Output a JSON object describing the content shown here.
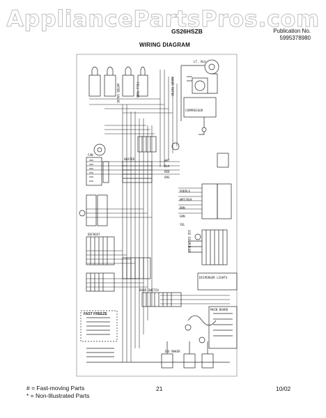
{
  "watermark": "AppliancePartsPros.com",
  "header": {
    "model": "GS26HSZB",
    "publication_label": "Publication No.",
    "publication_number": "5995378980",
    "title": "WIRING DIAGRAM"
  },
  "footer": {
    "legend_fast": "# = Fast-moving Parts",
    "legend_non": "* = Non-Illustrated Parts",
    "page": "21",
    "date": "10/02"
  },
  "diagram_labels": {
    "fast_freeze": "FAST FREEZE",
    "dispenser_lights": "DISPENSER LIGHTS",
    "compressor": "COMPRESSOR",
    "defrost": "DEFROST",
    "fan": "FAN",
    "heater": "HEATER",
    "ice_dispenser": "ICE DISPENSER",
    "lt_blu": "LT. BLU",
    "wht": "WHT",
    "blk": "BLK",
    "red": "RED",
    "org": "ORG",
    "purple": "PURPLE",
    "brn": "BRN",
    "grn": "GRN",
    "yel": "YEL",
    "wht_blk": "WHT/BLK",
    "water_valve": "WATER VALVE",
    "fill_tube": "FILL TUBE",
    "door_switch": "DOOR SWITCH",
    "main_board": "MAIN BOARD",
    "auger_motor": "AUGER MOTOR",
    "ice_maker": "ICE MAKER"
  }
}
